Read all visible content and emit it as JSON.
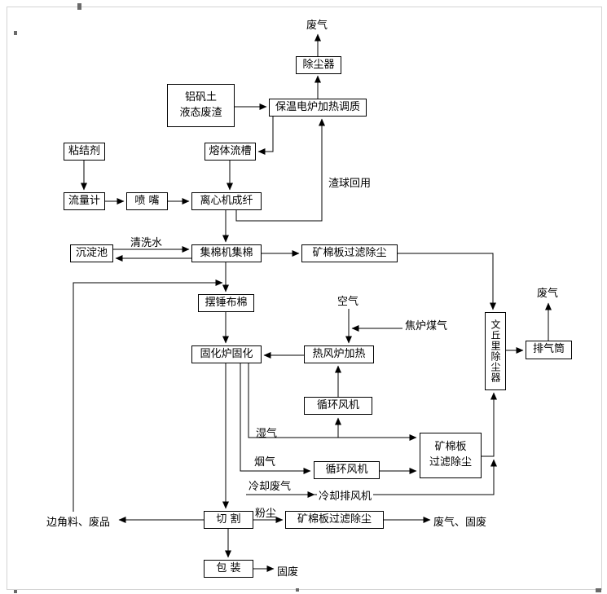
{
  "colors": {
    "line": "#000000",
    "background": "#ffffff",
    "page_frame": "#d4d4d4"
  },
  "nodes": {
    "dust_collector": "除尘器",
    "bauxite_residue": "铝矾土\n液态废渣",
    "holding_furnace": "保温电炉加热调质",
    "binder": "粘结剂",
    "melt_channel": "熔体流槽",
    "flow_meter": "流量计",
    "nozzle": "喷  嘴",
    "centrifuge": "离心机成纤",
    "sedimentation_tank": "沉淀池",
    "wool_collector": "集棉机集棉",
    "filter_top": "矿棉板过滤除尘",
    "pendulum": "摆锤布棉",
    "curing_furnace": "固化炉固化",
    "hot_blast_stove": "热风炉加热",
    "circulating_fan_upper": "循环风机",
    "filter_right": "矿棉板\n过滤除尘",
    "circulating_fan_lower": "循环风机",
    "cutting": "切  割",
    "filter_bottom": "矿棉板过滤除尘",
    "packaging": "包  装",
    "venturi_dust_collector": "文丘里除尘器",
    "exhaust_stack": "排气筒"
  },
  "labels": {
    "waste_gas_top": "废气",
    "slag_ball_reuse": "渣球回用",
    "washing_water": "清洗水",
    "waste_gas_right": "废气",
    "air": "空气",
    "coke_oven_gas": "焦炉煤气",
    "wet_gas": "湿气",
    "flue_gas": "烟气",
    "cooling_waste_gas": "冷却废气",
    "cooling_exhaust_fan": "冷却排风机",
    "scraps": "边角料、废品",
    "dust": "粉尘",
    "waste_gas_solid_waste": "废气、固废",
    "solid_waste": "固废"
  },
  "edges": [
    {
      "from": "除尘器",
      "to": "废气"
    },
    {
      "from": "保温电炉加热调质",
      "to": "除尘器"
    },
    {
      "from": "铝矾土液态废渣",
      "to": "保温电炉加热调质"
    },
    {
      "from": "保温电炉加热调质",
      "to": "熔体流槽"
    },
    {
      "from": "离心机成纤",
      "to": "保温电炉加热调质",
      "label": "渣球回用"
    },
    {
      "from": "粘结剂",
      "to": "流量计"
    },
    {
      "from": "流量计",
      "to": "喷嘴"
    },
    {
      "from": "喷嘴",
      "to": "离心机成纤"
    },
    {
      "from": "熔体流槽",
      "to": "离心机成纤"
    },
    {
      "from": "离心机成纤",
      "to": "集棉机集棉"
    },
    {
      "from": "沉淀池",
      "to": "集棉机集棉",
      "label": "清洗水"
    },
    {
      "from": "集棉机集棉",
      "to": "沉淀池"
    },
    {
      "from": "集棉机集棉",
      "to": "矿棉板过滤除尘(上)"
    },
    {
      "from": "矿棉板过滤除尘(上)",
      "to": "文丘里除尘器"
    },
    {
      "from": "文丘里除尘器",
      "to": "排气筒"
    },
    {
      "from": "排气筒",
      "to": "废气"
    },
    {
      "from": "集棉机集棉",
      "to": "摆锤布棉"
    },
    {
      "from": "边角料、废品",
      "to": "摆锤布棉"
    },
    {
      "from": "摆锤布棉",
      "to": "固化炉固化"
    },
    {
      "from": "空气",
      "to": "热风炉加热"
    },
    {
      "from": "焦炉煤气",
      "to": "热风炉加热"
    },
    {
      "from": "热风炉加热",
      "to": "固化炉固化"
    },
    {
      "from": "循环风机(上)",
      "to": "热风炉加热"
    },
    {
      "from": "固化炉固化",
      "to": "矿棉板过滤除尘(右)",
      "label": "湿气"
    },
    {
      "from": "湿气管线",
      "to": "循环风机(上)"
    },
    {
      "from": "固化炉固化",
      "to": "循环风机(下)",
      "label": "烟气"
    },
    {
      "from": "循环风机(下)",
      "to": "矿棉板过滤除尘(右)"
    },
    {
      "from": "矿棉板过滤除尘(右)",
      "to": "文丘里除尘器"
    },
    {
      "from": "冷却废气",
      "to": "文丘里除尘器",
      "label": "冷却排风机"
    },
    {
      "from": "固化炉固化",
      "to": "切割"
    },
    {
      "from": "切割",
      "to": "边角料、废品"
    },
    {
      "from": "切割",
      "to": "矿棉板过滤除尘(下)",
      "label": "粉尘"
    },
    {
      "from": "矿棉板过滤除尘(下)",
      "to": "废气、固废"
    },
    {
      "from": "切割",
      "to": "包装"
    },
    {
      "from": "包装",
      "to": "固废"
    }
  ]
}
